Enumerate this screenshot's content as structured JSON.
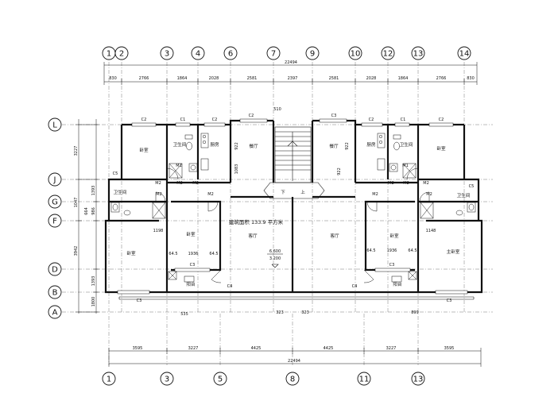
{
  "axes_top": [
    "1",
    "2",
    "3",
    "4",
    "6",
    "7",
    "9",
    "10",
    "12",
    "13",
    "14"
  ],
  "axes_bottom": [
    "1",
    "3",
    "5",
    "8",
    "11",
    "13"
  ],
  "axes_left": [
    "L",
    "J",
    "G",
    "F",
    "D",
    "B",
    "A"
  ],
  "dims": {
    "top_total": "22494",
    "top_segments": [
      "830",
      "2766",
      "1864",
      "2028",
      "2581",
      "2397",
      "2581",
      "2028",
      "1864",
      "2766",
      "830"
    ],
    "bottom_segments": [
      "3595",
      "3227",
      "4425",
      "4425",
      "3227",
      "3595"
    ],
    "bottom_total": "22494",
    "left_outer": [
      "3227",
      "1047",
      "3942"
    ],
    "left_inner": [
      "1393",
      "986",
      "1393",
      "1800"
    ],
    "left_misc": [
      "664"
    ],
    "stair_width": "510",
    "front": [
      "1800",
      "535",
      "323",
      "323",
      "899",
      "1148",
      "1198"
    ],
    "kitchen": [
      "922",
      "1083"
    ],
    "room_small": [
      "64.5",
      "1936",
      "64.5"
    ]
  },
  "labels": {
    "building_area": "建筑面积 133.9 平方米",
    "elev_a": "6.600",
    "elev_b": "3.200",
    "stair_down": "下",
    "stair_up": "上"
  },
  "windows": [
    "C2",
    "C1",
    "C2",
    "C2",
    "C3",
    "C2",
    "C1",
    "C2",
    "C3",
    "C3",
    "C3",
    "C3",
    "C5",
    "C5",
    "C4",
    "C4"
  ],
  "doors": [
    "M1",
    "M2",
    "M2",
    "M2",
    "M2",
    "M1",
    "M2",
    "M2",
    "M2",
    "M2",
    "M2",
    "M2"
  ],
  "rooms": {
    "left_bedroom_upper": "卧室",
    "left_toilet": "卫生间",
    "left_kitchen": "厨房",
    "left_dining": "餐厅",
    "left_wash": "卫生间",
    "left_bedroom_mid": "卧室",
    "left_living": "客厅",
    "left_bedroom_low": "卧室",
    "left_balcony": "阳台",
    "right_dining": "餐厅",
    "right_kitchen": "厨房",
    "right_toilet": "卫生间",
    "right_bedroom_upper": "卧室",
    "right_living": "客厅",
    "right_bedroom_mid": "卧室",
    "right_wash": "卫生间",
    "right_master": "主卧室",
    "right_balcony": "阳台"
  }
}
